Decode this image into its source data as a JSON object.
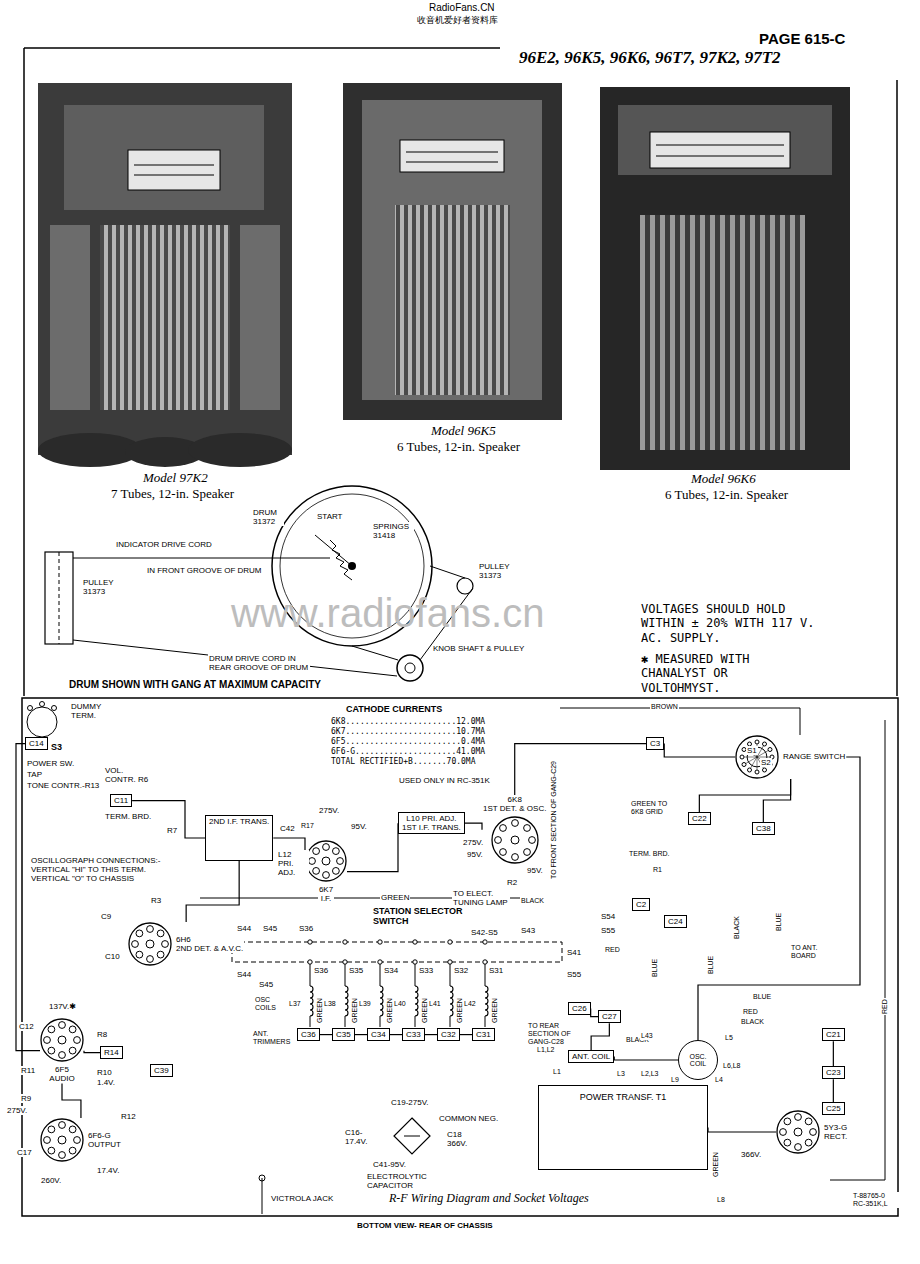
{
  "diagram": {
    "title": "96E2, 96K5, 96K6, 96T7, 97K2, 97T2",
    "caption": "R-F Wiring Diagram and Socket Voltages",
    "nodes": [
      {
        "text": [
          "C14"
        ]
      },
      {
        "text": [
          "C11"
        ]
      },
      {
        "text": [
          "2ND I.F. TRANS."
        ]
      },
      {
        "text": [
          "6K7",
          "I.F."
        ]
      },
      {
        "text": [
          "L10 PRI. ADJ.",
          "1ST I.F. TRANS."
        ]
      },
      {
        "text": [
          "6K8",
          "1ST DET. & OSC."
        ]
      },
      {
        "text": [
          "6H6",
          "2ND DET. & A.V.C."
        ]
      },
      {
        "text": [
          "R14"
        ]
      },
      {
        "text": [
          "6F5",
          "AUDIO"
        ]
      },
      {
        "text": [
          "C39"
        ]
      },
      {
        "text": [
          "6F6-G",
          "OUTPUT"
        ]
      },
      {
        "text": [
          "C3"
        ]
      },
      {
        "text": [
          "RANGE SWITCH"
        ]
      },
      {
        "text": [
          "C22"
        ]
      },
      {
        "text": [
          "C38"
        ]
      },
      {
        "text": [
          "C2"
        ]
      },
      {
        "text": [
          "C24"
        ]
      },
      {
        "text": [
          "C26"
        ]
      },
      {
        "text": [
          "C27"
        ]
      },
      {
        "text": [
          "C36"
        ]
      },
      {
        "text": [
          "C35"
        ]
      },
      {
        "text": [
          "C34"
        ]
      },
      {
        "text": [
          "C33"
        ]
      },
      {
        "text": [
          "C32"
        ]
      },
      {
        "text": [
          "C31"
        ]
      },
      {
        "text": [
          "ANT. COIL"
        ]
      },
      {
        "text": [
          "OSC. COIL"
        ]
      },
      {
        "text": [
          "POWER TRANSF. T1"
        ]
      },
      {
        "text": [
          "C21"
        ]
      },
      {
        "text": [
          "C23"
        ]
      },
      {
        "text": [
          "C25"
        ]
      },
      {
        "text": [
          "5Y3-G",
          "RECT."
        ]
      }
    ],
    "edges": [
      {
        "from": 0,
        "to": 8,
        "arrow": "none"
      },
      {
        "from": 1,
        "to": 2,
        "arrow": "none"
      },
      {
        "from": 2,
        "to": 6,
        "arrow": "none"
      },
      {
        "from": 3,
        "to": 2,
        "arrow": "none"
      },
      {
        "from": 4,
        "to": 3,
        "arrow": "none"
      },
      {
        "from": 5,
        "to": 4,
        "arrow": "none"
      },
      {
        "from": 5,
        "to": 11,
        "arrow": "none"
      },
      {
        "from": 11,
        "to": 12,
        "arrow": "none"
      },
      {
        "from": 13,
        "to": 12,
        "arrow": "none"
      },
      {
        "from": 14,
        "to": 12,
        "arrow": "none"
      },
      {
        "from": 26,
        "to": 12,
        "arrow": "none"
      },
      {
        "from": 25,
        "to": 26,
        "arrow": "none"
      },
      {
        "from": 27,
        "to": 31,
        "arrow": "none"
      },
      {
        "from": 28,
        "to": 29,
        "arrow": "none"
      },
      {
        "from": 29,
        "to": 30,
        "arrow": "none"
      },
      {
        "from": 8,
        "to": 7,
        "arrow": "none"
      },
      {
        "from": 10,
        "to": 8,
        "arrow": "none"
      },
      {
        "from": 18,
        "to": 25,
        "arrow": "none"
      },
      {
        "from": 17,
        "to": 18,
        "arrow": "none"
      },
      {
        "from": 19,
        "to": 20,
        "arrow": "none"
      },
      {
        "from": 20,
        "to": 21,
        "arrow": "none"
      },
      {
        "from": 21,
        "to": 22,
        "arrow": "none"
      },
      {
        "from": 22,
        "to": 23,
        "arrow": "none"
      },
      {
        "from": 23,
        "to": 24,
        "arrow": "none"
      }
    ],
    "labels": [
      "RadioFans.CN",
      "收音机爱好者资料库",
      "PAGE 615-C",
      "Model 97K2",
      "7 Tubes, 12-in. Speaker",
      "Model 96K5",
      "6 Tubes, 12-in. Speaker",
      "Model 96K6",
      "6 Tubes, 12-in. Speaker",
      "DRUM 31372",
      "START",
      "SPRINGS 31418",
      "INDICATOR DRIVE CORD",
      "IN FRONT GROOVE OF DRUM",
      "PULLEY 31373",
      "PULLEY 31373",
      "KNOB SHAFT & PULLEY",
      "DRUM DRIVE CORD IN REAR GROOVE OF DRUM",
      "DRUM SHOWN WITH GANG AT MAXIMUM CAPACITY",
      "VOLTAGES SHOULD HOLD WITHIN ± 20% WITH 117 V. AC. SUPPLY.",
      "✱ MEASURED WITH CHANALYST OR VOLTOHMYST.",
      "www.radiofans.cn",
      "DUMMY TERM.",
      "S3",
      "POWER SW.",
      "TAP",
      "TONE CONTR.-R13",
      "VOL. CONTR. R6",
      "TERM. BRD.",
      "R7",
      "OSCILLOGRAPH CONNECTIONS:- VERTICAL \"HI\" TO THIS TERM. VERTICAL \"O\" TO CHASSIS",
      "L12 PRI. ADJ.",
      "C42",
      "R3",
      "C9",
      "C10",
      "137V.✱",
      "C12",
      "R8",
      "R11",
      "R10",
      "1.4V.",
      "R12",
      "R9",
      "275V.",
      "C17",
      "17.4V.",
      "260V.",
      "CATHODE CURRENTS",
      "6K8.......................12.0MA",
      "6K7.......................10.7MA",
      "6F5........................0.4MA",
      "6F6-G.....................41.0MA",
      "TOTAL RECTIFIED+B.......70.0MA",
      "USED ONLY IN RC-351K",
      "275V.",
      "95V.",
      "R17",
      "TO FRONT SECTION OF GANG-C29",
      "275V.",
      "95V.",
      "95V.",
      "R2",
      "TO ELECT. TUNING LAMP",
      "BLACK",
      "GREEN",
      "STATION SELECTOR SWITCH",
      "S44",
      "S45",
      "S36",
      "S43",
      "S42-S5",
      "S54",
      "S55",
      "S41",
      "S44",
      "S45",
      "S36",
      "S35",
      "S34",
      "S33",
      "S32",
      "S31",
      "S55",
      "OSC COILS",
      "L37",
      "L38",
      "L39",
      "L40",
      "L41",
      "L42",
      "GREEN",
      "GREEN",
      "GREEN",
      "GREEN",
      "GREEN",
      "GREEN",
      "ANT. TRIMMERS",
      "TO REAR SECTION OF GANG-C28",
      "BLACK",
      "L1,L2",
      "L1",
      "C19-275V.",
      "COMMON NEG.",
      "C16- 17.4V.",
      "C18 366V.",
      "C41-95V.",
      "ELECTROLYTIC CAPACITOR",
      "VICTROLA JACK",
      "T-88765-0 RC-351K,L",
      "BOTTOM VIEW- REAR OF CHASSIS",
      "BROWN",
      "GREEN TO 6K8 GRID",
      "TERM. BRD.",
      "R1",
      "RED",
      "BLUE",
      "BLUE",
      "BLACK",
      "BLUE",
      "TO ANT. BOARD",
      "BLUE",
      "RED",
      "BLACK",
      "RED",
      "S1",
      "S2",
      "L43",
      "L5",
      "L6,L8",
      "L9",
      "L4",
      "L2,L3",
      "L3",
      "GREEN",
      "L8",
      "366V."
    ]
  }
}
